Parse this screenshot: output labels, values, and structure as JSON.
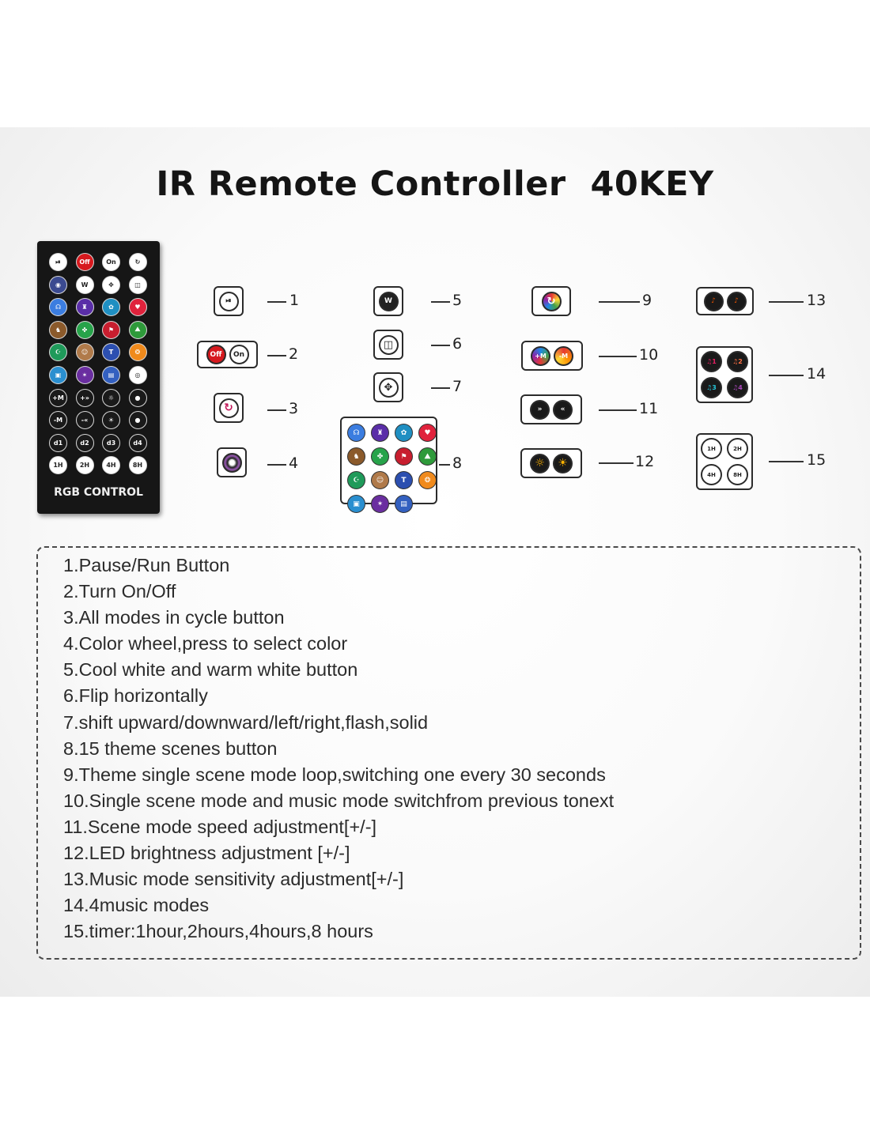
{
  "title": "IR Remote Controller  40KEY",
  "remote": {
    "label": "RGB CONTROL",
    "keys": [
      [
        "⏯",
        "Off",
        "On",
        "↻"
      ],
      [
        "◉",
        "W",
        "✥",
        "◫"
      ],
      [
        "☊",
        "♜",
        "✿",
        "♥"
      ],
      [
        "♞",
        "✤",
        "⚑",
        "⛰"
      ],
      [
        "☪",
        "☺",
        "T",
        "❂"
      ],
      [
        "▣",
        "✶",
        "▤",
        "◎"
      ],
      [
        "+M",
        "+»",
        "☼",
        "●"
      ],
      [
        "-M",
        "-«",
        "☀",
        "●"
      ],
      [
        "d1",
        "d2",
        "d3",
        "d4"
      ],
      [
        "1H",
        "2H",
        "4H",
        "8H"
      ]
    ]
  },
  "callouts": {
    "c1": {
      "number": "1",
      "keys": [
        "⏯"
      ]
    },
    "c2": {
      "number": "2",
      "keys": [
        "Off",
        "On"
      ]
    },
    "c3": {
      "number": "3",
      "keys": [
        "↻"
      ]
    },
    "c4": {
      "number": "4",
      "keys": [
        "◉"
      ]
    },
    "c5": {
      "number": "5",
      "keys": [
        "W"
      ]
    },
    "c6": {
      "number": "6",
      "keys": [
        "◫"
      ]
    },
    "c7": {
      "number": "7",
      "keys": [
        "✥"
      ]
    },
    "c8": {
      "number": "8",
      "keys": [
        "☊",
        "♜",
        "✿",
        "♥",
        "♞",
        "✤",
        "⚑",
        "⛰",
        "☪",
        "☺",
        "T",
        "❂",
        "▣",
        "✶",
        "▤"
      ]
    },
    "c9": {
      "number": "9",
      "keys": [
        "↻"
      ]
    },
    "c10": {
      "number": "10",
      "keys": [
        "+M",
        "-M"
      ]
    },
    "c11": {
      "number": "11",
      "keys": [
        "»",
        "«"
      ]
    },
    "c12": {
      "number": "12",
      "keys": [
        "☼",
        "☀"
      ]
    },
    "c13": {
      "number": "13",
      "keys": [
        "♪",
        "♪"
      ]
    },
    "c14": {
      "number": "14",
      "keys": [
        "♫1",
        "♫2",
        "♫3",
        "♫4"
      ]
    },
    "c15": {
      "number": "15",
      "keys": [
        "1H",
        "2H",
        "4H",
        "8H"
      ]
    }
  },
  "descriptions": [
    "1.Pause/Run Button",
    "2.Turn On/Off",
    "3.All modes in cycle button",
    "4.Color wheel,press to select color",
    "5.Cool white and warm white button",
    "6.Flip horizontally",
    "7.shift upward/downward/left/right,flash,solid",
    "8.15 theme scenes button",
    "9.Theme single scene mode loop,switching one every 30 seconds",
    "10.Single scene mode and music mode switchfrom previous tonext",
    "11.Scene mode speed adjustment[+/-]",
    "12.LED brightness adjustment [+/-]",
    "13.Music mode sensitivity adjustment[+/-]",
    "14.4music modes",
    "15.timer:1hour,2hours,4hours,8 hours"
  ],
  "colors": {
    "off_button": "#d7191e",
    "remote_body": "#161616",
    "theme_scene_colors": [
      "#3b7de0",
      "#5a2ea8",
      "#1f8fc2",
      "#e0223c",
      "#8b5a2b",
      "#27a34a",
      "#c81e2f",
      "#2e9a3a",
      "#1f9a5a",
      "#b07a4a",
      "#2c4fb0",
      "#f08a1c",
      "#2a8fd0",
      "#6a2ea0",
      "#3360c0"
    ]
  }
}
